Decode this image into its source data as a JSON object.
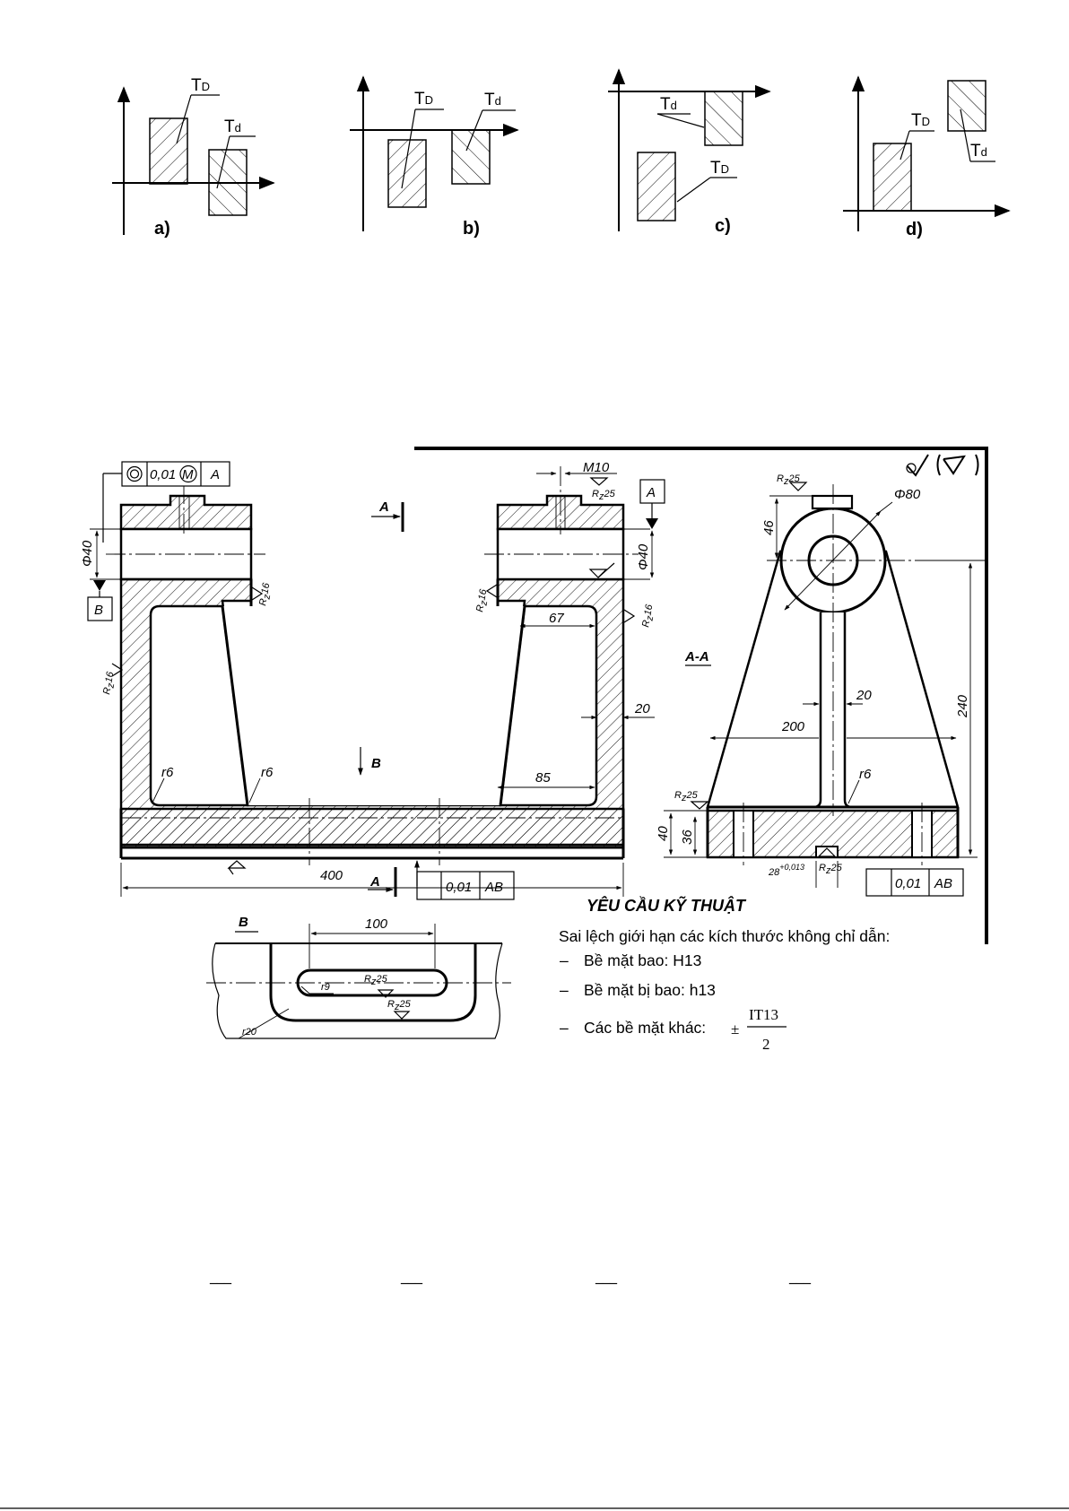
{
  "tolerance_diagrams": [
    {
      "label": "a)",
      "hole_tol": "T",
      "hole_sub": "D",
      "shaft_tol": "T",
      "shaft_sub": "d"
    },
    {
      "label": "b)",
      "hole_tol": "T",
      "hole_sub": "D",
      "shaft_tol": "T",
      "shaft_sub": "d"
    },
    {
      "label": "c)",
      "hole_tol": "T",
      "hole_sub": "D",
      "shaft_tol": "T",
      "shaft_sub": "d"
    },
    {
      "label": "d)",
      "hole_tol": "T",
      "hole_sub": "D",
      "shaft_tol": "T",
      "shaft_sub": "d"
    }
  ],
  "drawing": {
    "feature_frame_top": {
      "value": "0,01",
      "modifier": "M",
      "datum": "A"
    },
    "feature_frame_bottom": {
      "value": "0,01",
      "datum": "AB"
    },
    "datum_a": "A",
    "datum_b": "B",
    "section_a": "A",
    "view_b": "B",
    "thread": "M10",
    "dia_left": "Φ40",
    "dia_right": "Φ40",
    "dia_boss": "Φ80",
    "section_title": "A-A",
    "view_b_title": "B",
    "rough_rz25": "25",
    "rough_rz16": "16",
    "rz_prefix": "R",
    "rz_sub": "z",
    "dims": {
      "d67": "67",
      "d20": "20",
      "d85": "85",
      "d400": "400",
      "r6": "r6",
      "d46": "46",
      "d200": "200",
      "d240": "240",
      "d40": "40",
      "d36": "36",
      "d28": "28",
      "d28_tol": "+0,013",
      "d100": "100",
      "r9": "r9",
      "r20": "r20"
    }
  },
  "requirements": {
    "title": "YÊU CẦU KỸ THUẬT",
    "intro": "Sai lệch giới hạn các kích thước không chỉ dẫn:",
    "dash": "–",
    "item1": "Bề mặt bao: H13",
    "item2": "Bề mặt bị bao: h13",
    "item3": "Các bề mặt khác:",
    "pm": "±",
    "numerator": "IT13",
    "denominator": "2"
  },
  "glyphs": {
    "box": "",
    "box_double": "",
    "dash_line": "___"
  }
}
